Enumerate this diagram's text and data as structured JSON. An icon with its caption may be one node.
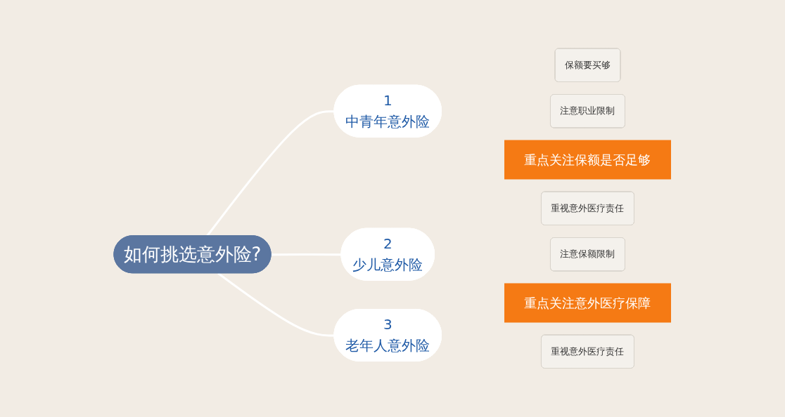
{
  "diagram": {
    "nodes": [
      {
        "text": [
          "如何挑选意外险?"
        ]
      },
      {
        "text": [
          "1",
          "中青年意外险"
        ]
      },
      {
        "text": [
          "保额要买够"
        ]
      },
      {
        "text": [
          "注意职业限制"
        ]
      },
      {
        "text": [
          "重点关注保额是否足够"
        ]
      },
      {
        "text": [
          "2",
          "少儿意外险"
        ]
      },
      {
        "text": [
          "重视意外医疗责任"
        ]
      },
      {
        "text": [
          "注意保额限制"
        ]
      },
      {
        "text": [
          "3",
          "老年人意外险"
        ]
      },
      {
        "text": [
          "重视意外医疗责任"
        ]
      },
      {
        "text": [
          "重点关注意外医疗保障"
        ]
      }
    ],
    "edges": [
      {
        "from": 0,
        "to": 1,
        "arrow": "none"
      },
      {
        "from": 0,
        "to": 5,
        "arrow": "none"
      },
      {
        "from": 0,
        "to": 8,
        "arrow": "none"
      }
    ]
  }
}
